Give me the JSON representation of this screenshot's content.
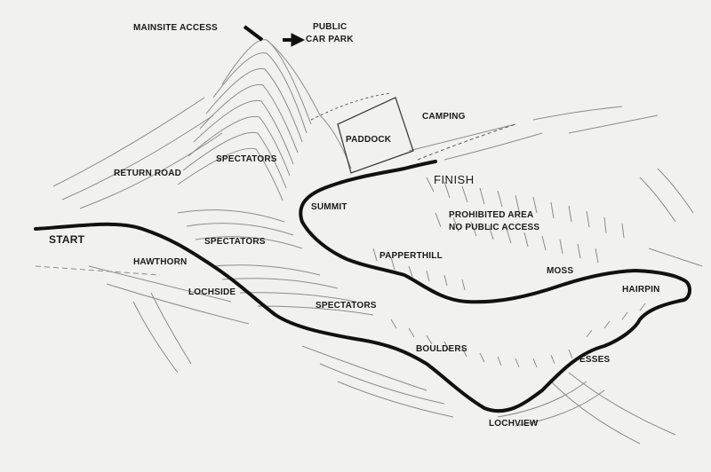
{
  "labels": {
    "mainsite_access": "MAINSITE ACCESS",
    "public_car_park_1": "PUBLIC",
    "public_car_park_2": "CAR PARK",
    "camping": "CAMPING",
    "paddock": "PADDOCK",
    "spectators_top": "SPECTATORS",
    "spectators_mid": "SPECTATORS",
    "spectators_low": "SPECTATORS",
    "return_road": "RETURN ROAD",
    "finish": "FINISH",
    "summit": "SUMMIT",
    "prohibited_1": "PROHIBITED AREA",
    "prohibited_2": "NO PUBLIC ACCESS",
    "start": "START",
    "hawthorn": "HAWTHORN",
    "lochside": "LOCHSIDE",
    "papperthill": "PAPPERTHILL",
    "moss": "MOSS",
    "hairpin": "HAIRPIN",
    "boulders": "BOULDERS",
    "esses": "ESSES",
    "lochview": "LOCHVIEW"
  },
  "colors": {
    "background": "#f1f1ef",
    "course": "#111111",
    "hatching": "#7a7a7a",
    "text": "#1a1a1a"
  },
  "icons": {
    "access_arrow": "arrow-right-icon"
  }
}
